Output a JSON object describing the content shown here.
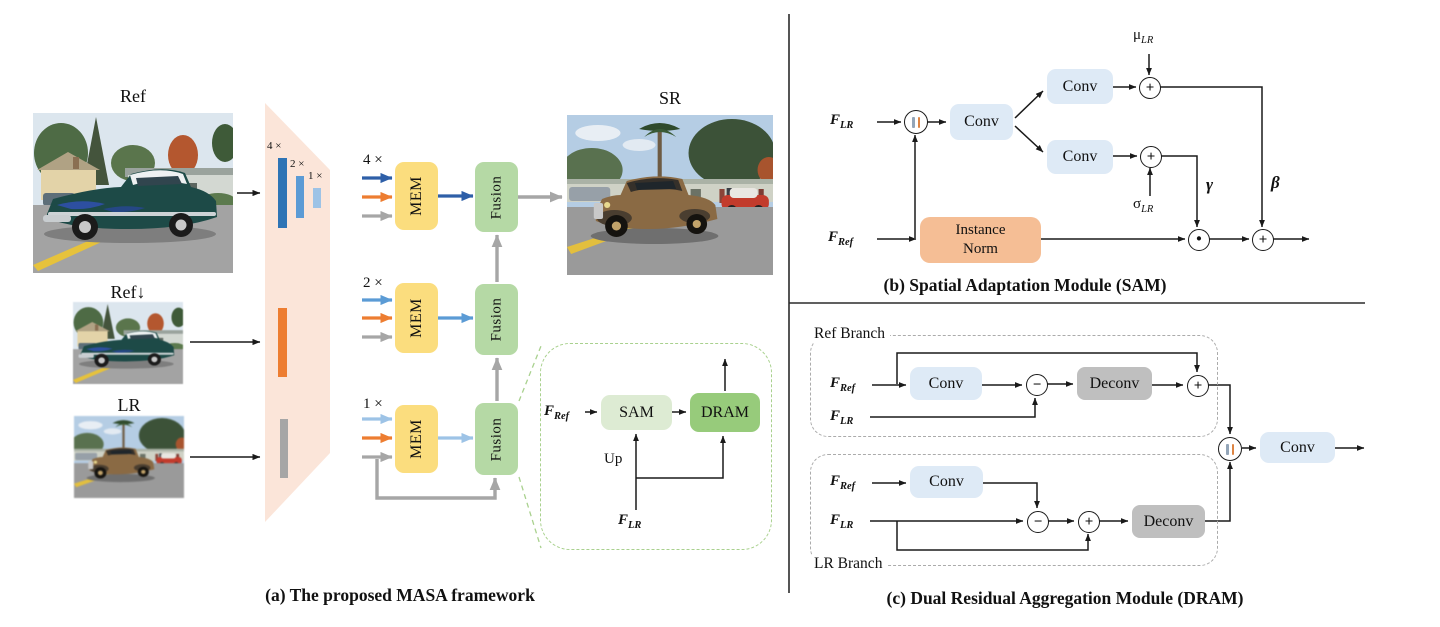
{
  "colors": {
    "mem_fill": "#FBDD7E",
    "fusion_fill": "#B5D9A5",
    "conv_fill": "#DEEAF6",
    "deconv_fill": "#BFBFBF",
    "in_fill": "#F5BE95",
    "sam_fill": "#DDEBD3",
    "dram_fill": "#97CB7B",
    "pyramid_fill": "#FBE5D9",
    "arrow_blue_dark": "#2E5FA8",
    "arrow_blue_mid": "#5B9BD5",
    "arrow_blue_light": "#9DC3E6",
    "arrow_orange": "#ED7D31",
    "arrow_gray": "#A6A6A6",
    "bar_blue_dark": "#2E74B5",
    "dashed_green": "#A9D18E",
    "dashed_gray": "#ABABAB"
  },
  "ops": {
    "plus": "+",
    "minus": "−",
    "dot": "·"
  },
  "panel_a": {
    "caption": "(a) The proposed MASA framework",
    "labels": {
      "ref": "Ref",
      "ref_down": "Ref↓",
      "lr": "LR",
      "sr": "SR"
    },
    "pyramid": {
      "s4": "4 ×",
      "s2": "2 ×",
      "s1": "1 ×"
    },
    "rows": {
      "r4": "4 ×",
      "r2": "2 ×",
      "r1": "1 ×"
    },
    "mem": "MEM",
    "fusion": "Fusion",
    "detail": {
      "f_ref": "F",
      "f_ref_sub": "Ref",
      "sam": "SAM",
      "dram": "DRAM",
      "up": "Up",
      "f_lr": "F",
      "f_lr_sub": "LR"
    }
  },
  "panel_b": {
    "caption": "(b) Spatial Adaptation Module (SAM)",
    "f_lr": "F",
    "f_lr_sub": "LR",
    "f_ref": "F",
    "f_ref_sub": "Ref",
    "conv": "Conv",
    "conv_top": "Conv",
    "conv_bottom": "Conv",
    "instance_norm_line1": "Instance",
    "instance_norm_line2": "Norm",
    "mu": "μ",
    "mu_sub": "LR",
    "sigma": "σ",
    "sigma_sub": "LR",
    "gamma": "γ",
    "beta": "β"
  },
  "panel_c": {
    "caption": "(c) Dual Residual Aggregation Module (DRAM)",
    "ref_branch": {
      "label": "Ref Branch",
      "f_ref": "F",
      "f_ref_sub": "Ref",
      "f_lr": "F",
      "f_lr_sub": "LR",
      "conv": "Conv",
      "deconv": "Deconv"
    },
    "lr_branch": {
      "label": "LR Branch",
      "f_ref": "F",
      "f_ref_sub": "Ref",
      "f_lr": "F",
      "f_lr_sub": "LR",
      "conv": "Conv",
      "deconv": "Deconv"
    },
    "final_conv": "Conv"
  }
}
